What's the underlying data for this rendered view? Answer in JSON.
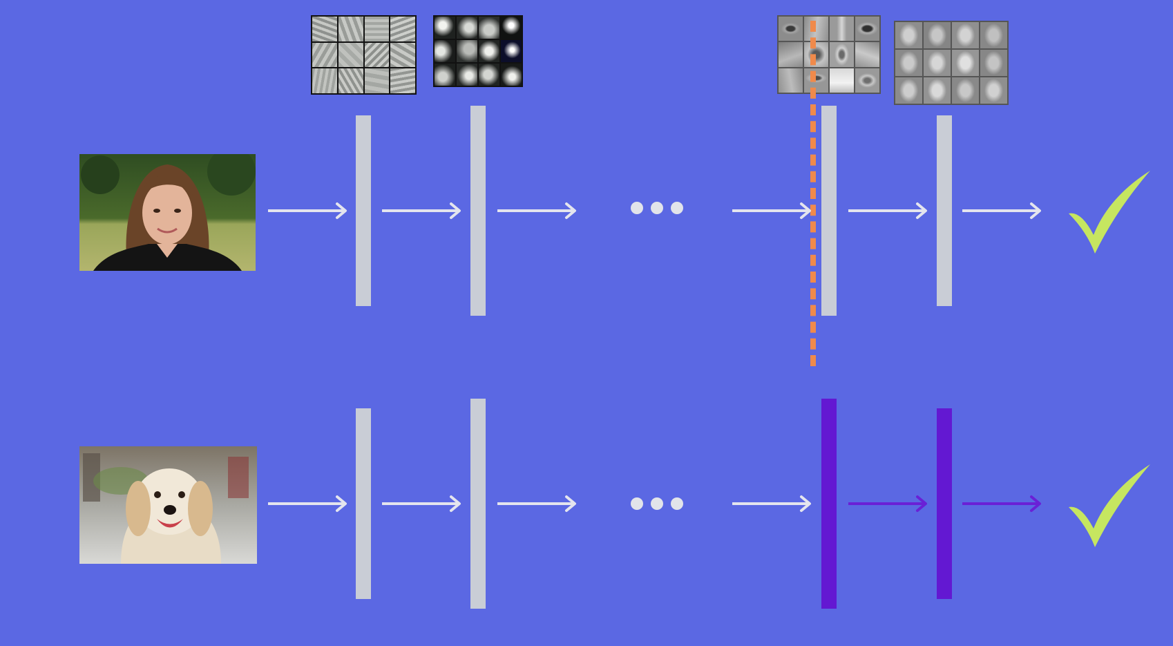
{
  "colors": {
    "background": "#5b68e3",
    "layer_frozen": "#c9cdd6",
    "layer_retrained": "#6318d2",
    "arrow_default": "#e4e5ee",
    "arrow_retrained": "#6a20d6",
    "cut_line": "#f08a4b",
    "check": "#c6e660"
  },
  "rows": [
    {
      "input_image": "photo-of-woman",
      "layers": [
        "frozen",
        "frozen",
        "frozen",
        "frozen"
      ],
      "arrows": [
        "default",
        "default",
        "default",
        "default",
        "default",
        "default"
      ],
      "output": "check-icon"
    },
    {
      "input_image": "photo-of-golden-retriever",
      "layers": [
        "frozen",
        "frozen",
        "retrained",
        "retrained"
      ],
      "arrows": [
        "default",
        "default",
        "default",
        "default",
        "retrained",
        "retrained"
      ],
      "output": "check-icon"
    }
  ],
  "feature_thumbnails": [
    {
      "depicts": "edge-filters",
      "grid": [
        3,
        4
      ]
    },
    {
      "depicts": "blob-filters",
      "grid": [
        3,
        4
      ]
    },
    {
      "depicts": "face-part-filters",
      "grid": [
        3,
        4
      ]
    },
    {
      "depicts": "whole-face-filters",
      "grid": [
        3,
        4
      ]
    }
  ],
  "ellipsis_icon": "ellipsis"
}
